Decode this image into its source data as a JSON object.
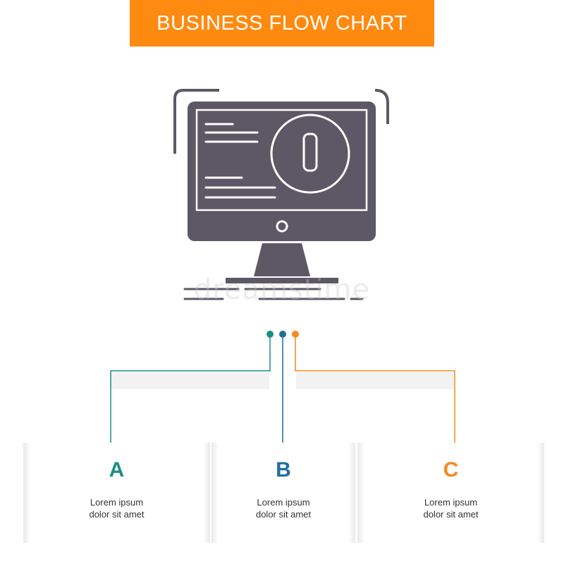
{
  "header": {
    "title": "BUSINESS FLOW CHART",
    "background": "#ff8a10"
  },
  "icon": {
    "name": "computer-monitor-info-icon",
    "color": "#5c5865",
    "badge_symbol": "!"
  },
  "watermark": {
    "text": "dreamstime"
  },
  "steps": [
    {
      "letter": "A",
      "line1": "Lorem ipsum",
      "line2": "dolor sit amet",
      "color": "#1a8f7f"
    },
    {
      "letter": "B",
      "line1": "Lorem ipsum",
      "line2": "dolor sit amet",
      "color": "#1f6f9e"
    },
    {
      "letter": "C",
      "line1": "Lorem ipsum",
      "line2": "dolor sit amet",
      "color": "#f5891f"
    }
  ]
}
